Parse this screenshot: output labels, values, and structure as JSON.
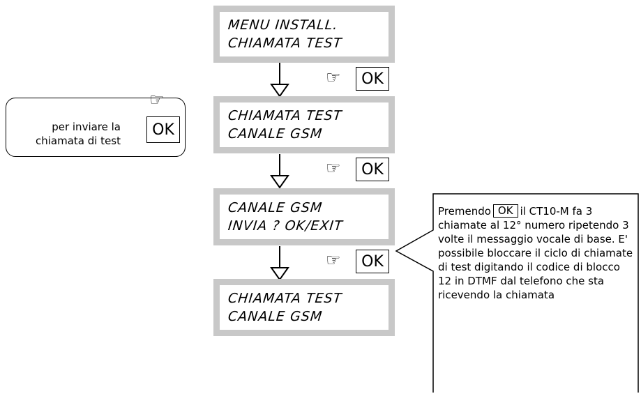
{
  "screens": [
    {
      "line1": "MENU INSTALL.",
      "line2": "CHIAMATA TEST"
    },
    {
      "line1": "CHIAMATA TEST",
      "line2": "CANALE GSM"
    },
    {
      "line1": "CANALE GSM",
      "line2": "INVIA ? OK/EXIT"
    },
    {
      "line1": "CHIAMATA TEST",
      "line2": "CANALE GSM"
    }
  ],
  "ok_label": "OK",
  "side_note": {
    "line1": "per inviare la",
    "line2": "chiamata di test",
    "ok": "OK"
  },
  "callout": {
    "prefix": "Premendo",
    "ok": "OK",
    "text": "il CT10-M fa 3 chiamate al 12° numero ripetendo 3 volte il messaggio vocale di base. E' possibile bloccare il ciclo di chiamate di test digitando il codice di blocco 12 in DTMF dal telefono che sta ricevendo la chiamata"
  },
  "icons": {
    "hand": "pointing-hand-icon",
    "arrow": "arrow-down-icon"
  }
}
